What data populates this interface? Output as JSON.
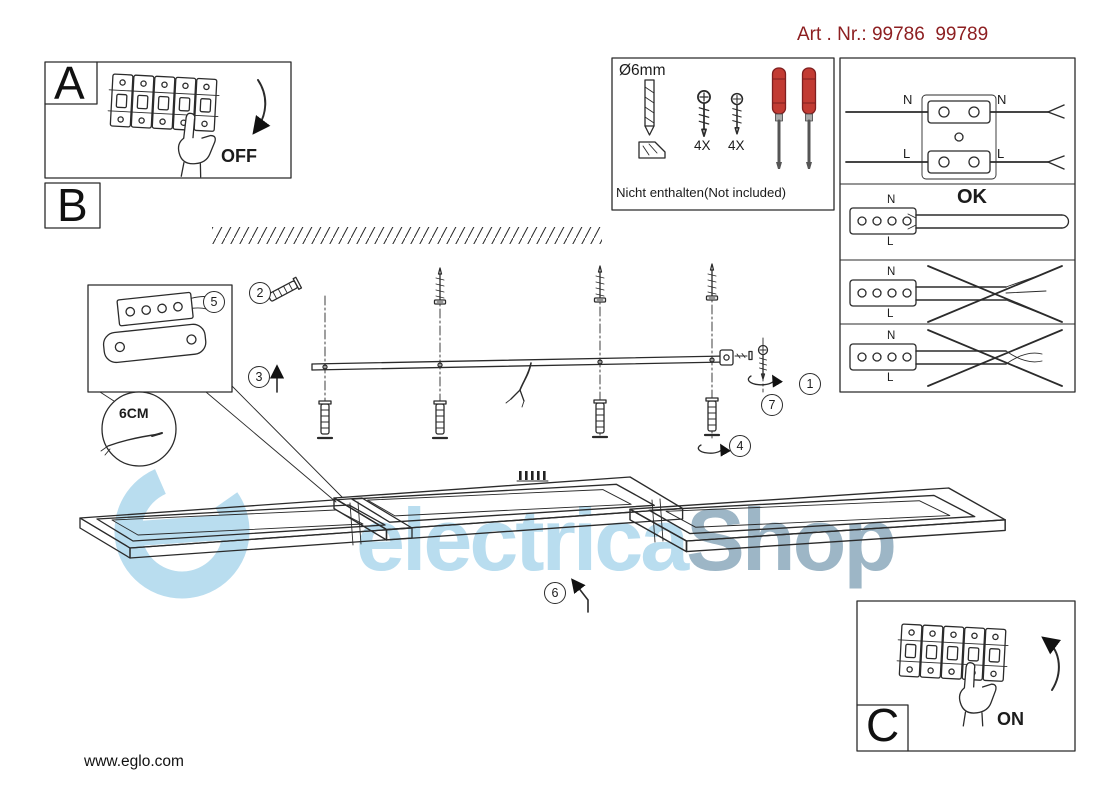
{
  "header": {
    "art_number": "Art . Nr.: 99786  99789"
  },
  "panels": {
    "a_label": "A",
    "b_label": "B",
    "c_label": "C",
    "off_label": "OFF",
    "on_label": "ON"
  },
  "tools": {
    "drill_size": "Ø6mm",
    "qty_screws": "4X",
    "qty_anchors": "4X",
    "note": "Nicht enthalten(Not included)"
  },
  "wiring": {
    "ok_label": "OK",
    "neutral": "N",
    "live": "L"
  },
  "steps": {
    "s1": "1",
    "s2": "2",
    "s3": "3",
    "s4": "4",
    "s5": "5",
    "s6": "6",
    "s7": "7"
  },
  "detail": {
    "clearance": "6CM"
  },
  "watermark": {
    "word_main": "electrica",
    "word_accent": "Shop"
  },
  "footer": {
    "website": "www.eglo.com"
  },
  "colors": {
    "accent_red": "#8d1f21",
    "line": "#2b2b2b",
    "watermark_light": "#b9ddef",
    "watermark_dark": "#9db6c6",
    "tool_handle_red": "#c23b33"
  }
}
